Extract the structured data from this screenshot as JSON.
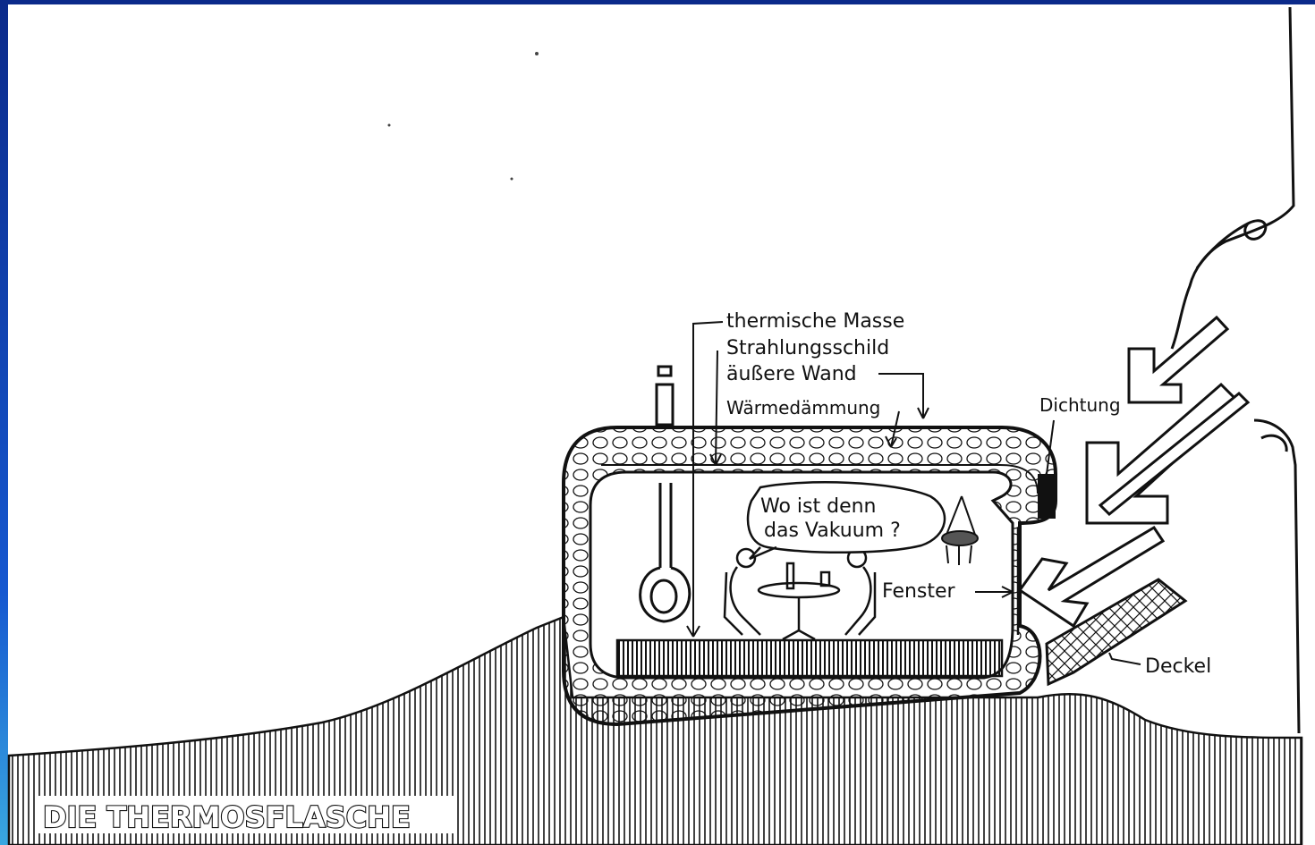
{
  "diagram": {
    "title": "DIE THERMOSFLASCHE",
    "labels": {
      "thermal_mass": "thermische Masse",
      "radiation_shield": "Strahlungsschild",
      "outer_wall": "äußere Wand",
      "insulation": "Wärmedämmung",
      "seal": "Dichtung",
      "window": "Fenster",
      "lid": "Deckel"
    },
    "speech_bubble": {
      "line1": "Wo ist denn",
      "line2": "das Vakuum ?"
    }
  }
}
